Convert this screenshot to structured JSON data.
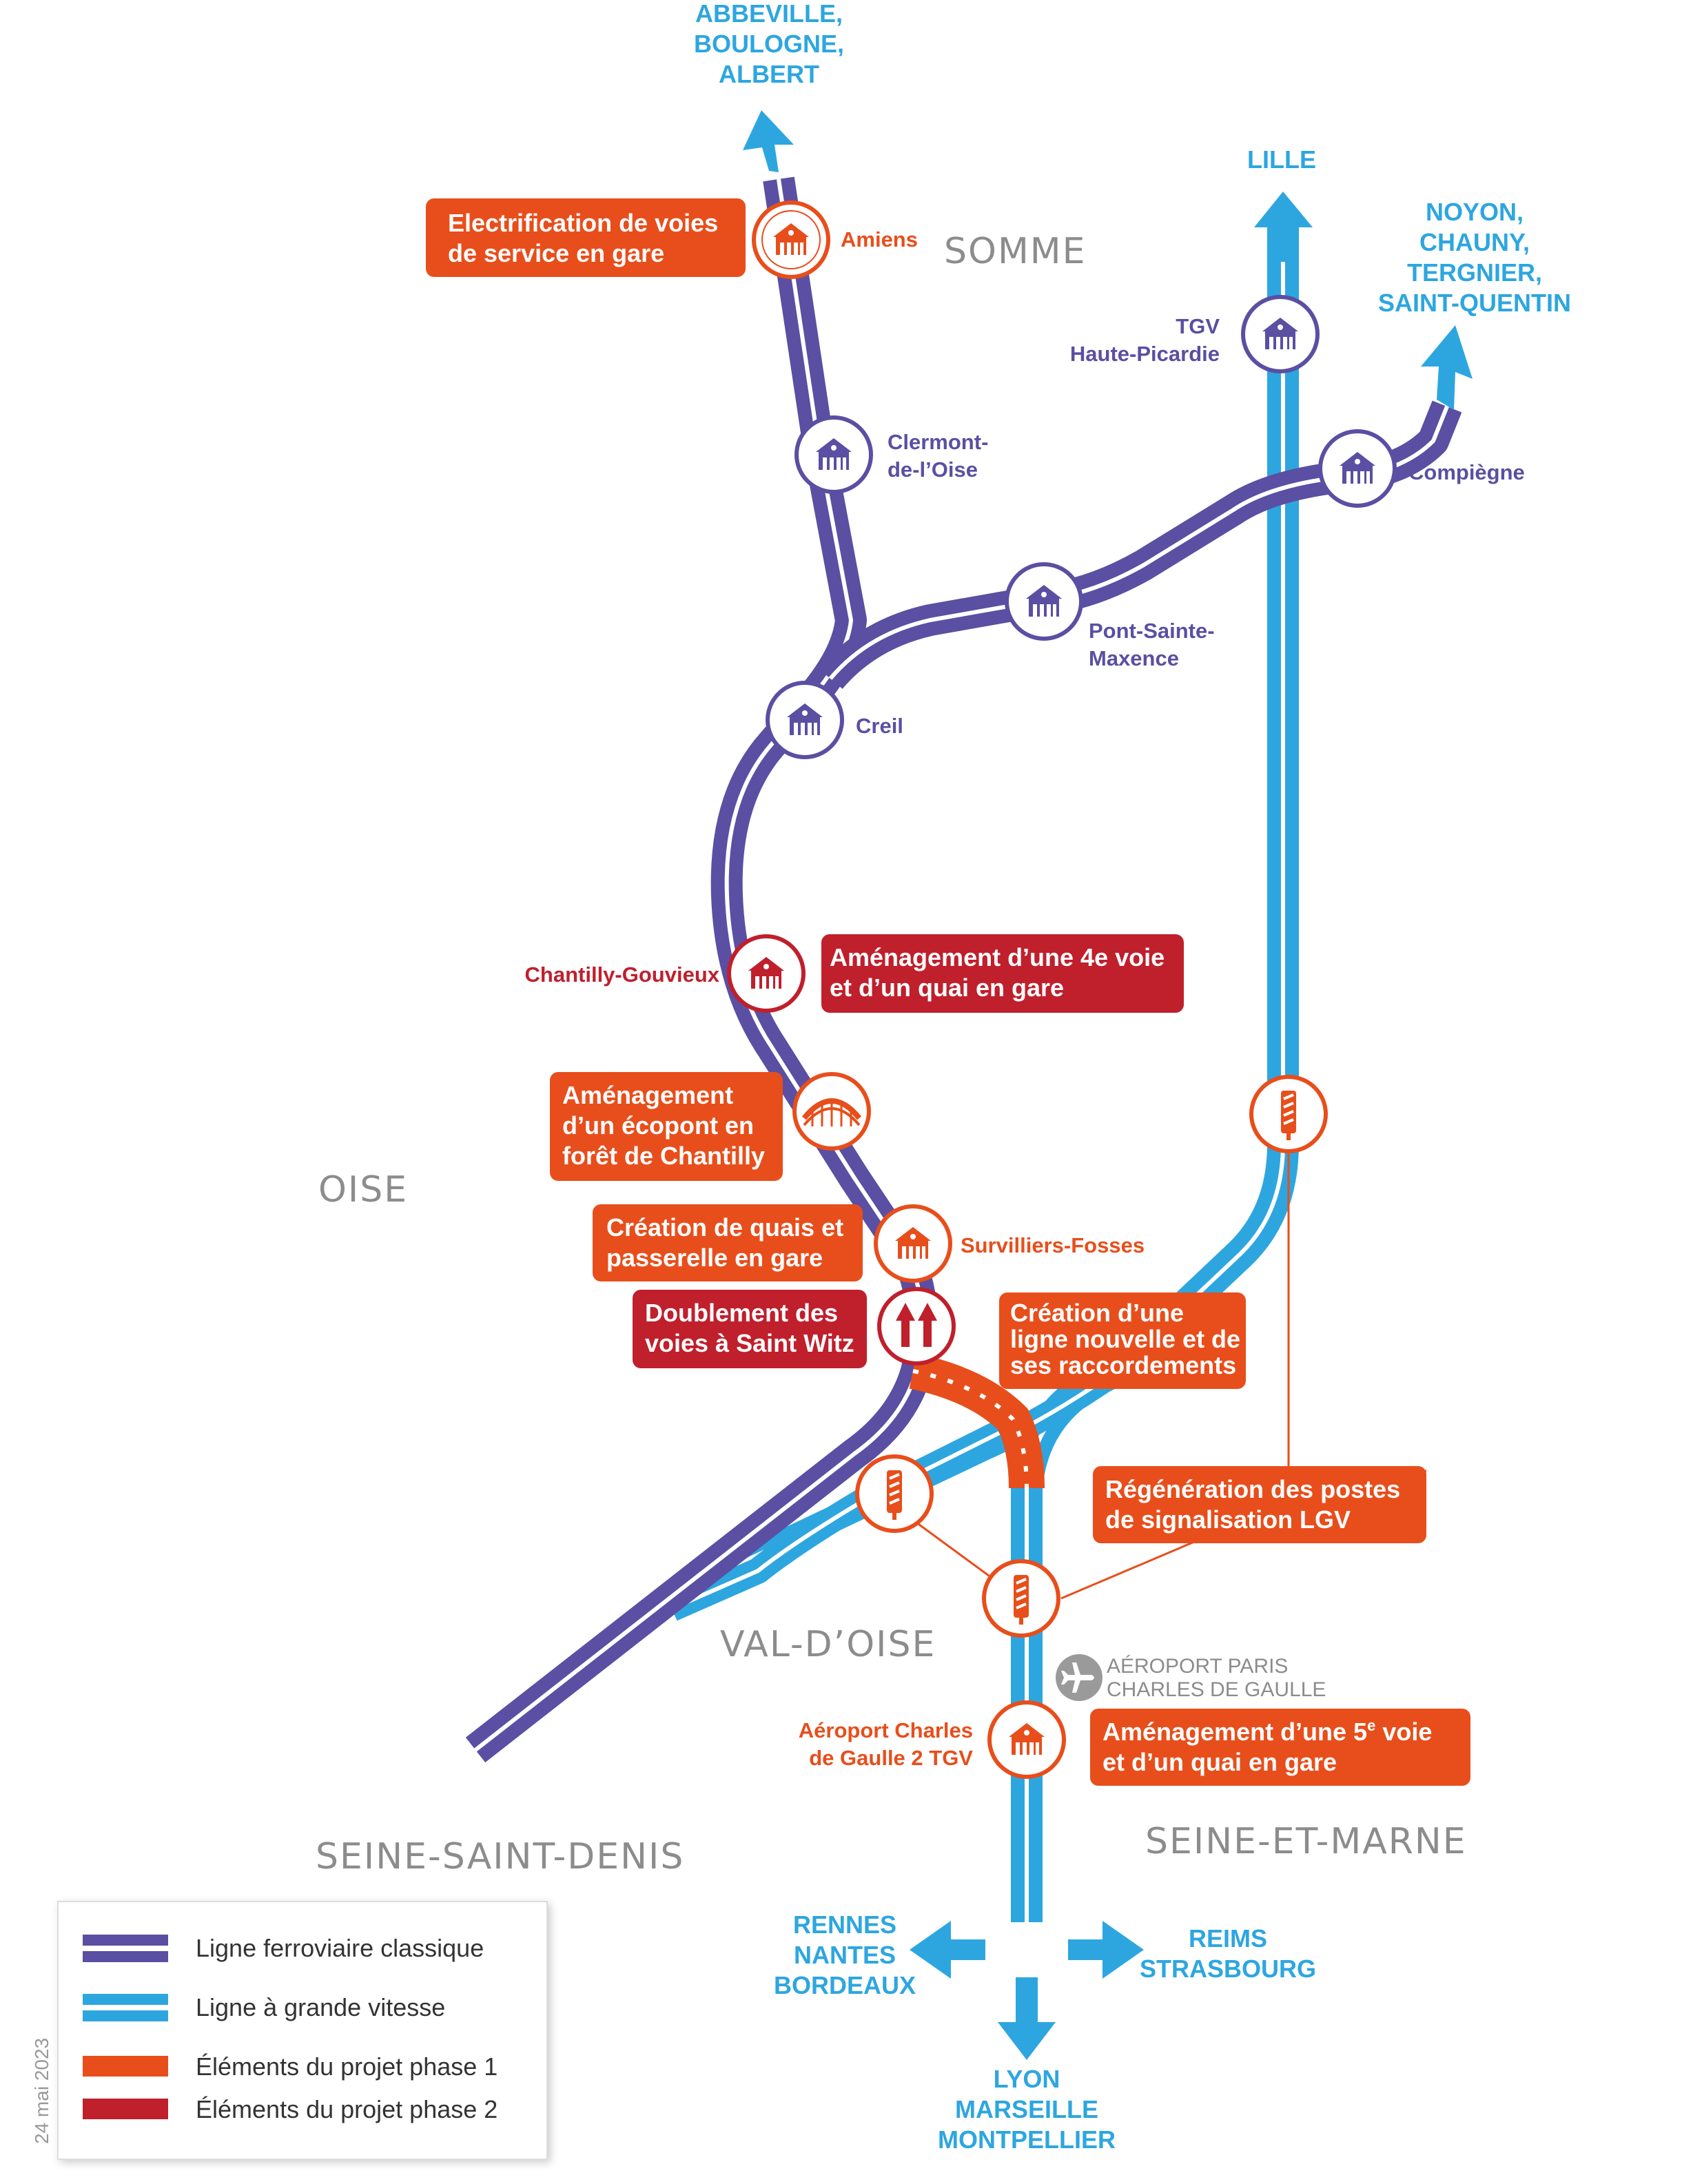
{
  "colors": {
    "classic_line": "#5a4fa2",
    "high_speed_line": "#2da6e0",
    "phase1": "#e84e1b",
    "phase2": "#c01f2c",
    "region_text": "#8c8c8c"
  },
  "destinations": {
    "north_west": [
      "ABBEVILLE,",
      "BOULOGNE,",
      "ALBERT"
    ],
    "north": [
      "LILLE"
    ],
    "north_east": [
      "NOYON,",
      "CHAUNY,",
      "TERGNIER,",
      "SAINT-QUENTIN"
    ],
    "west": [
      "RENNES",
      "NANTES",
      "BORDEAUX"
    ],
    "east": [
      "REIMS",
      "STRASBOURG"
    ],
    "south": [
      "LYON",
      "MARSEILLE",
      "MONTPELLIER"
    ]
  },
  "regions": {
    "somme": "SOMME",
    "oise": "OISE",
    "val_doise": "VAL-D’OISE",
    "seine_saint_denis": "SEINE-SAINT-DENIS",
    "seine_et_marne": "SEINE-ET-MARNE"
  },
  "stations": {
    "amiens": [
      "Amiens"
    ],
    "clermont": [
      "Clermont-",
      "de-l’Oise"
    ],
    "creil": [
      "Creil"
    ],
    "pont_sainte_maxence": [
      "Pont-Sainte-",
      "Maxence"
    ],
    "compiegne": [
      "Compiègne"
    ],
    "tgv_haute_picardie": [
      "TGV",
      "Haute-Picardie"
    ],
    "chantilly": [
      "Chantilly-Gouvieux"
    ],
    "survilliers": [
      "Survilliers-Fosses"
    ],
    "cdg2": [
      "Aéroport Charles",
      "de Gaulle 2 TGV"
    ]
  },
  "airport_label": [
    "AÉROPORT PARIS",
    "CHARLES DE GAULLE"
  ],
  "project_boxes": {
    "amiens": [
      "Electrification de voies",
      "de service en gare"
    ],
    "chantilly": [
      "Aménagement d’une 4e voie",
      "et d’un quai en gare"
    ],
    "ecopont": [
      "Aménagement",
      "d’un écopont en",
      "forêt de Chantilly"
    ],
    "survilliers": [
      "Création de quais et",
      "passerelle en gare"
    ],
    "saint_witz": [
      "Doublement des",
      "voies à Saint Witz"
    ],
    "ligne_nouvelle": [
      "Création d’une",
      "ligne nouvelle et de",
      "ses raccordements"
    ],
    "postes": [
      "Régénération des postes",
      "de signalisation LGV"
    ],
    "cdg_5e_voie": [
      "Aménagement d’une 5",
      "e",
      " voie",
      "et d’un quai en gare"
    ]
  },
  "legend": {
    "classic": "Ligne ferroviaire classique",
    "high_speed": "Ligne à grande vitesse",
    "phase1": "Éléments du projet phase 1",
    "phase2": "Éléments du projet phase 2"
  },
  "date": "24 mai 2023"
}
